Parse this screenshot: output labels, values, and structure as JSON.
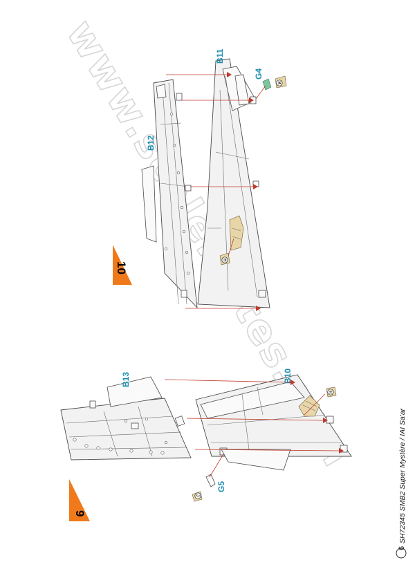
{
  "watermark": {
    "text": "www.scalemates.com"
  },
  "steps": [
    {
      "number": "9",
      "parts": {
        "b13": "B13",
        "b10": "B10",
        "g5": "G5"
      },
      "markers": {
        "h": "H",
        "j": "J"
      }
    },
    {
      "number": "10",
      "parts": {
        "b11": "B11",
        "b12": "B12",
        "g4": "G4"
      },
      "markers": {
        "h": "H",
        "k": "K"
      }
    }
  ],
  "footer": {
    "page_number": "6",
    "title": "SH72345 SMB2 Super Mystère / IAI Sa'ar"
  },
  "colors": {
    "step_triangle": "#f07a1a",
    "part_label": "#1f8fb0",
    "arrow": "#c0392b"
  }
}
